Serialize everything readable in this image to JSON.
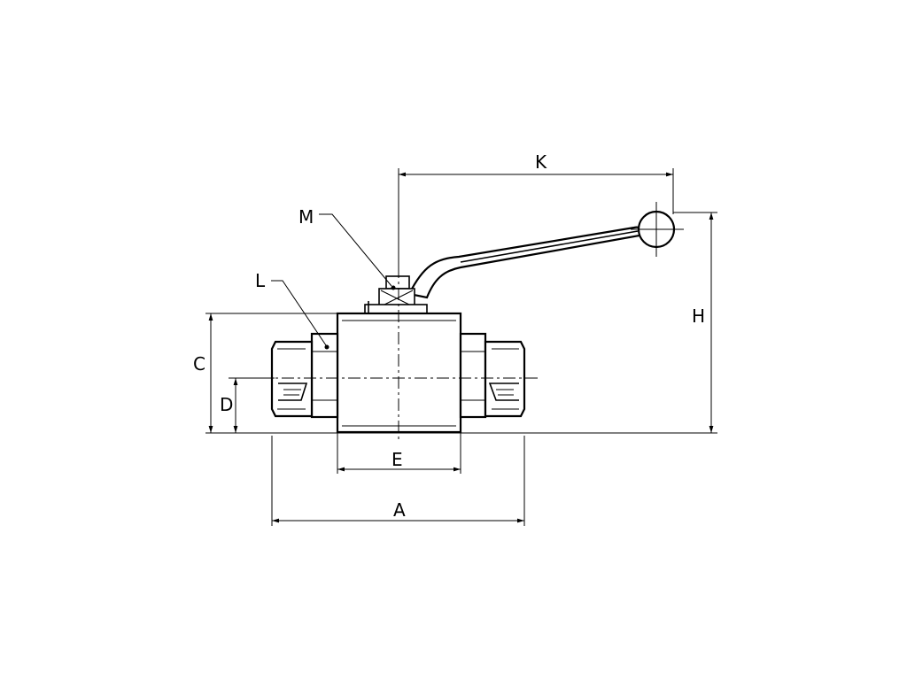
{
  "labels": {
    "A": "A",
    "C": "C",
    "D": "D",
    "E": "E",
    "H": "H",
    "K": "K",
    "L": "L",
    "M": "M"
  }
}
